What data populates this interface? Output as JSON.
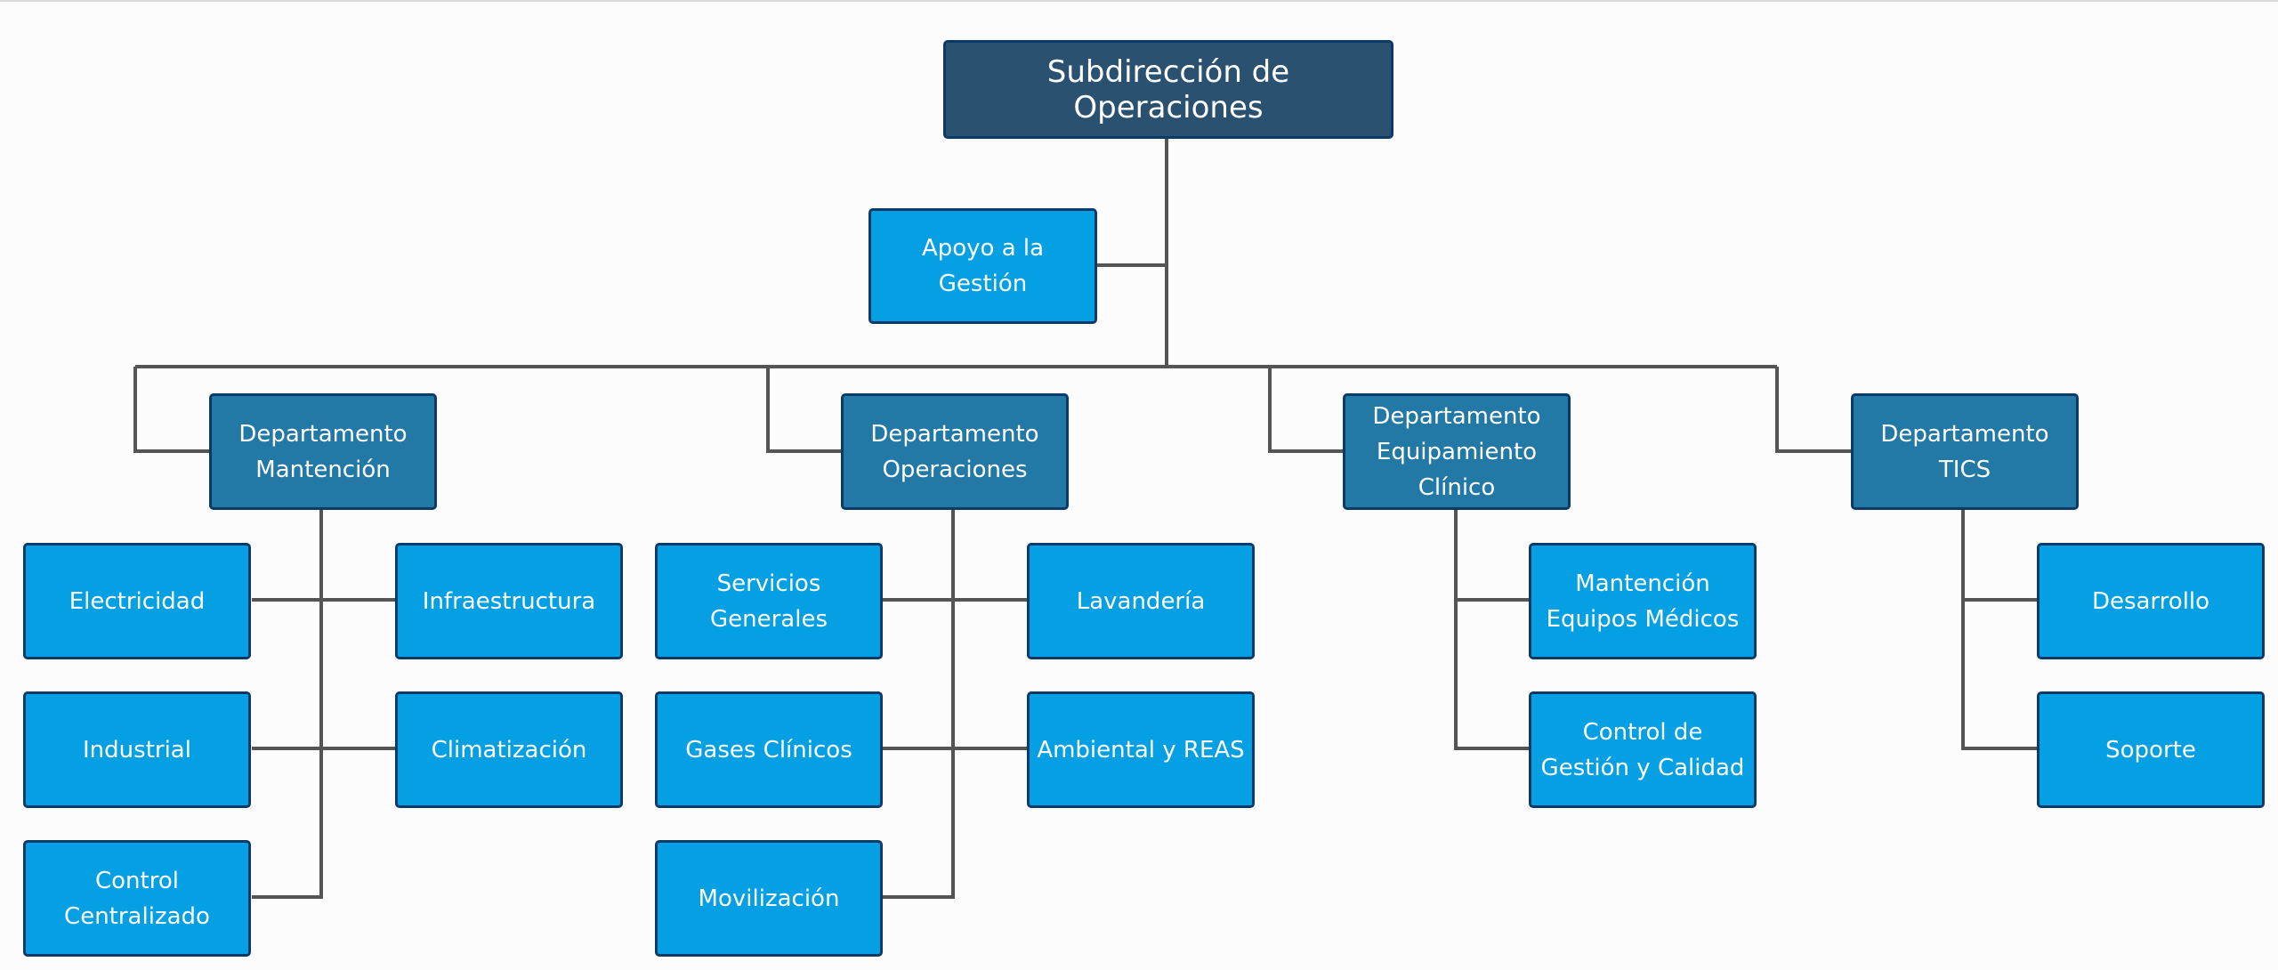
{
  "title": "Subdirección de Operaciones",
  "support": "Apoyo a la Gestión",
  "departments": {
    "mantencion": {
      "label": "Departamento Mantención",
      "units": [
        "Electricidad",
        "Infraestructura",
        "Industrial",
        "Climatización",
        "Control Centralizado"
      ]
    },
    "operaciones": {
      "label": "Departamento Operaciones",
      "units": [
        "Servicios Generales",
        "Lavandería",
        "Gases Clínicos",
        "Ambiental y REAS",
        "Movilización"
      ]
    },
    "equipamiento": {
      "label": "Departamento Equipamiento Clínico",
      "units": [
        "Mantención Equipos Médicos",
        "Control de Gestión y Calidad"
      ]
    },
    "tics": {
      "label": "Departamento TICS",
      "units": [
        "Desarrollo",
        "Soporte"
      ]
    }
  },
  "colors": {
    "top_node": "#2a5270",
    "department_node": "#2379a6",
    "unit_node": "#04a0e3",
    "border": "#0b3a66",
    "connector": "#555555"
  }
}
